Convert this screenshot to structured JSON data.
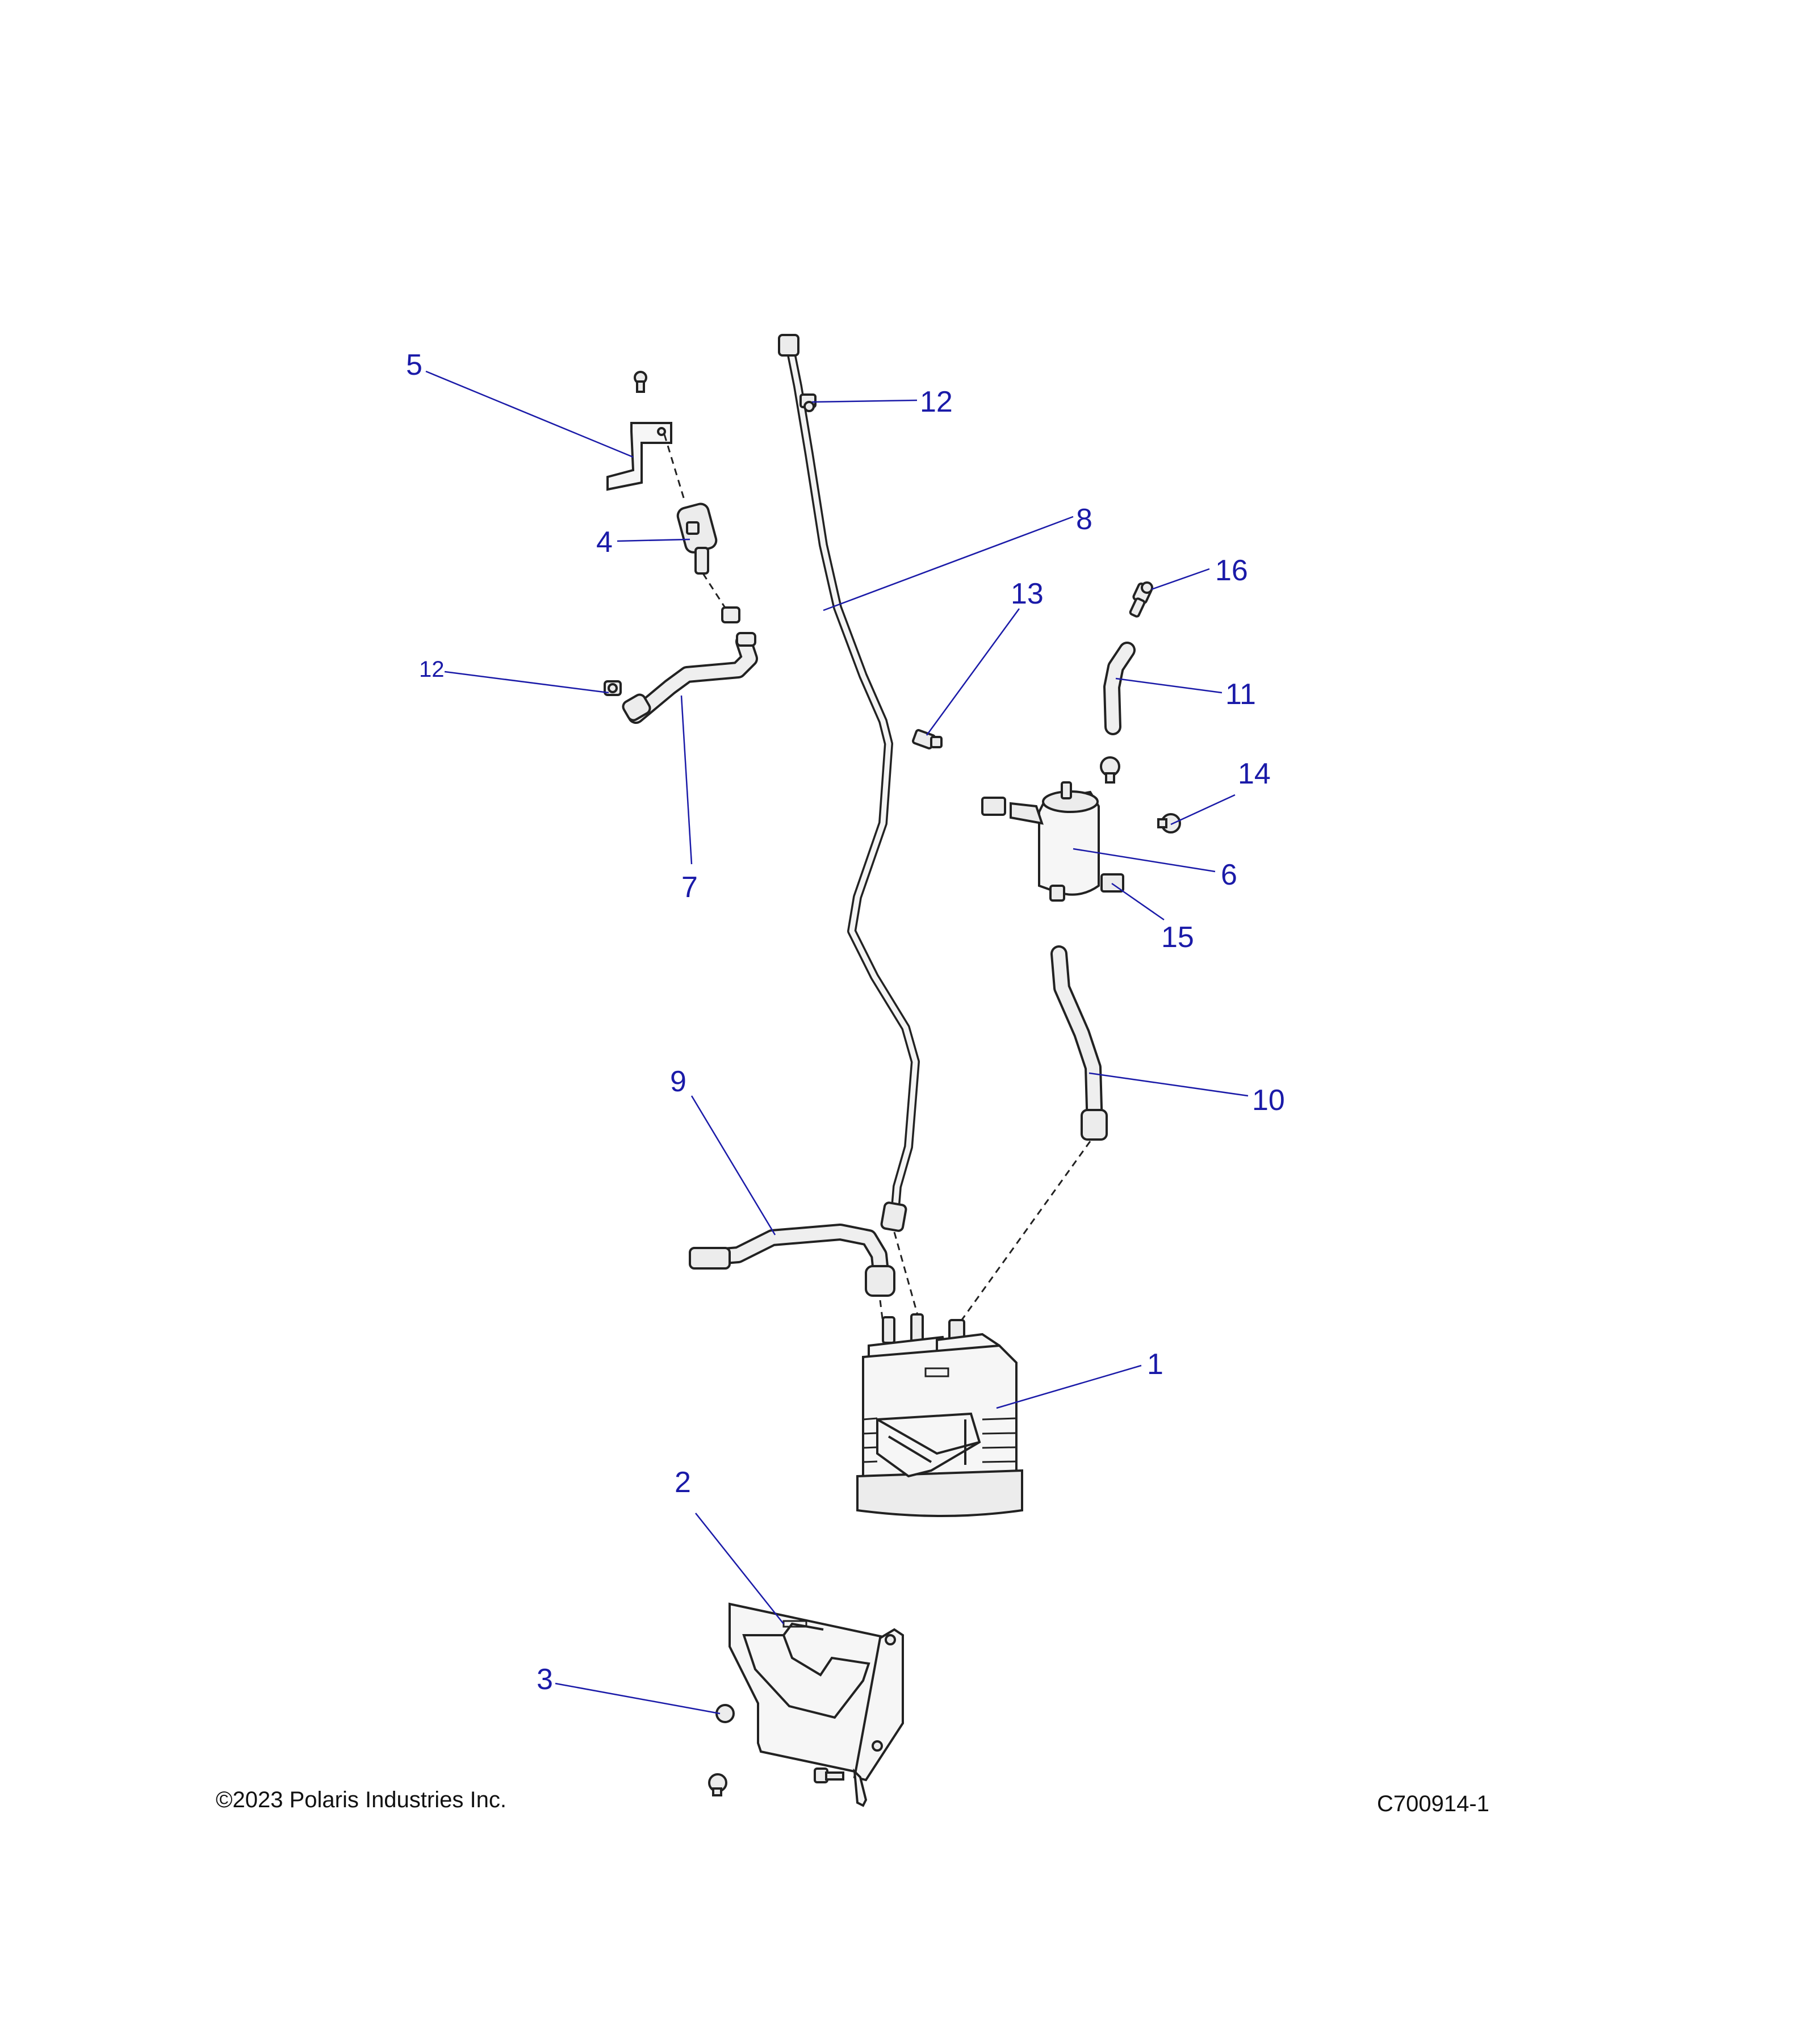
{
  "callouts": [
    {
      "id": "1",
      "text": "1"
    },
    {
      "id": "2",
      "text": "2"
    },
    {
      "id": "3",
      "text": "3"
    },
    {
      "id": "4",
      "text": "4"
    },
    {
      "id": "5",
      "text": "5"
    },
    {
      "id": "6",
      "text": "6"
    },
    {
      "id": "7",
      "text": "7"
    },
    {
      "id": "8",
      "text": "8"
    },
    {
      "id": "9",
      "text": "9"
    },
    {
      "id": "10",
      "text": "10"
    },
    {
      "id": "11",
      "text": "11"
    },
    {
      "id": "12a",
      "text": "12"
    },
    {
      "id": "12b",
      "text": "12"
    },
    {
      "id": "13",
      "text": "13"
    },
    {
      "id": "14",
      "text": "14"
    },
    {
      "id": "15",
      "text": "15"
    },
    {
      "id": "16",
      "text": "16"
    }
  ],
  "footer": {
    "copyright": "©2023 Polaris Industries Inc.",
    "drawing_number": "C700914-1"
  },
  "colors": {
    "callout": "#1a1aa8",
    "line_art": "#222222",
    "part_fill": "#ececec",
    "background": "#ffffff"
  }
}
